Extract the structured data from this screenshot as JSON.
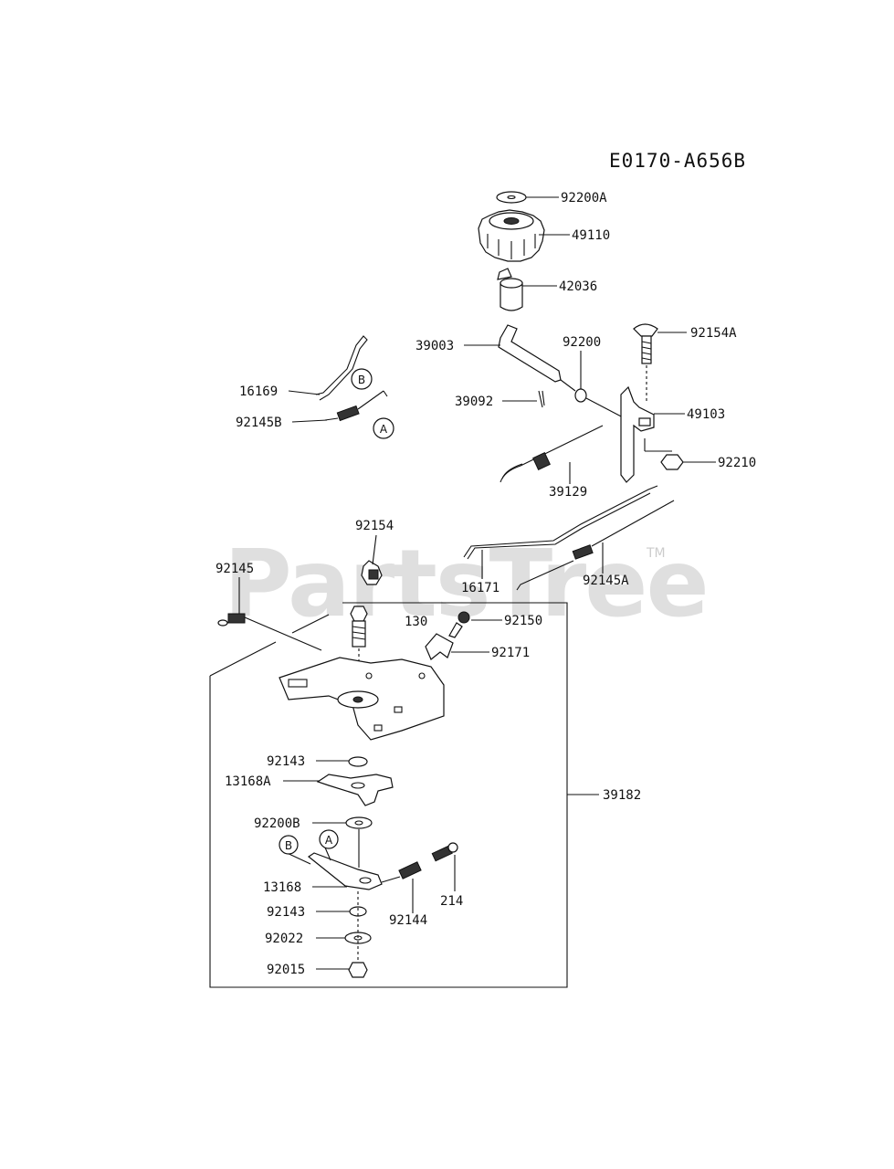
{
  "diagram": {
    "code": "E0170-A656B",
    "watermark": "PartsTree",
    "trademark": "TM",
    "circle_markers": [
      "B",
      "A",
      "B",
      "A"
    ],
    "parts": [
      {
        "id": "p01",
        "label": "92200A"
      },
      {
        "id": "p02",
        "label": "49110"
      },
      {
        "id": "p03",
        "label": "42036"
      },
      {
        "id": "p04",
        "label": "39003"
      },
      {
        "id": "p05",
        "label": "92200"
      },
      {
        "id": "p06",
        "label": "92154A"
      },
      {
        "id": "p07",
        "label": "16169"
      },
      {
        "id": "p08",
        "label": "92145B"
      },
      {
        "id": "p09",
        "label": "39092"
      },
      {
        "id": "p10",
        "label": "49103"
      },
      {
        "id": "p11",
        "label": "92210"
      },
      {
        "id": "p12",
        "label": "39129"
      },
      {
        "id": "p13",
        "label": "92154"
      },
      {
        "id": "p14",
        "label": "92145"
      },
      {
        "id": "p15",
        "label": "16171"
      },
      {
        "id": "p16",
        "label": "92145A"
      },
      {
        "id": "p17",
        "label": "130"
      },
      {
        "id": "p18",
        "label": "92150"
      },
      {
        "id": "p19",
        "label": "92171"
      },
      {
        "id": "p20",
        "label": "92143"
      },
      {
        "id": "p21",
        "label": "13168A"
      },
      {
        "id": "p22",
        "label": "39182"
      },
      {
        "id": "p23",
        "label": "92200B"
      },
      {
        "id": "p24",
        "label": "13168"
      },
      {
        "id": "p25",
        "label": "214"
      },
      {
        "id": "p26",
        "label": "92143"
      },
      {
        "id": "p27",
        "label": "92144"
      },
      {
        "id": "p28",
        "label": "92022"
      },
      {
        "id": "p29",
        "label": "92015"
      }
    ]
  }
}
